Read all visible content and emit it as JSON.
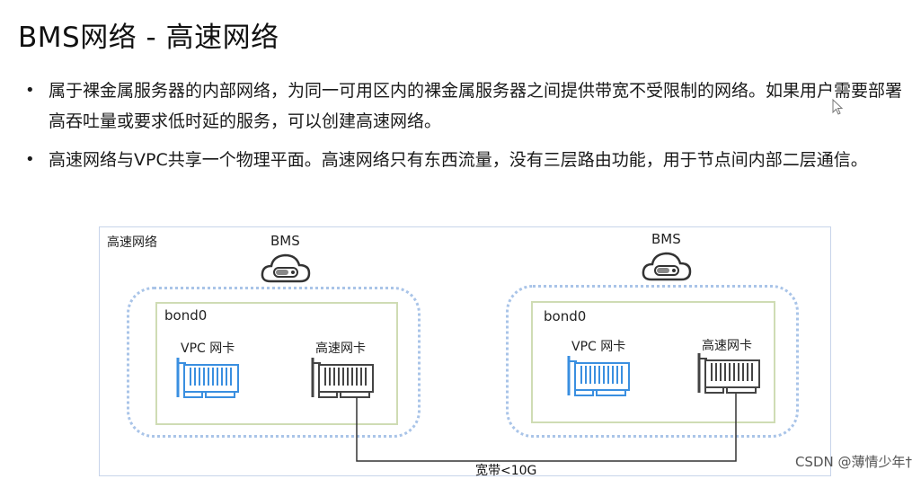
{
  "title": "BMS网络 - 高速网络",
  "bullets": [
    "属于裸金属服务器的内部网络，为同一可用区内的裸金属服务器之间提供带宽不受限制的网络。如果用户需要部署高吞吐量或要求低时延的服务，可以创建高速网络。",
    "高速网络与VPC共享一个物理平面。高速网络只有东西流量，没有三层路由功能，用于节点间内部二层通信。"
  ],
  "bullet_char": "•",
  "diagram": {
    "network_label": "高速网络",
    "nodes": [
      {
        "bms_label": "BMS",
        "bond_label": "bond0",
        "vpc_nic_label": "VPC 网卡",
        "hs_nic_label": "高速网卡"
      },
      {
        "bms_label": "BMS",
        "bond_label": "bond0",
        "vpc_nic_label": "VPC 网卡",
        "hs_nic_label": "高速网卡"
      }
    ],
    "bandwidth_label": "宽带<10G"
  },
  "watermark": "CSDN @薄情少年†",
  "colors": {
    "vpc_nic": "#3a8fe0",
    "hs_nic": "#444444",
    "cluster_border": "#a9c4e8",
    "bond_border": "#cfdcb4",
    "diagram_border": "#c7d4ea"
  }
}
